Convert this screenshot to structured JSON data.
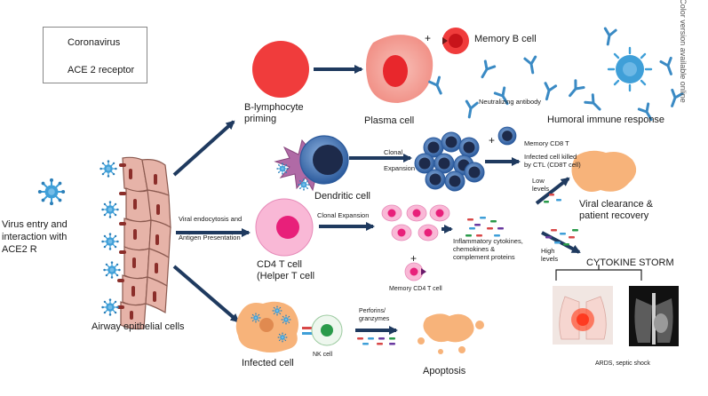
{
  "legend": {
    "coronavirus": "Coronavirus",
    "ace2": "ACE 2 receptor"
  },
  "side_note": "Color version available online",
  "labels": {
    "virus_entry": "Virus entry and\ninteraction with\nACE2 R",
    "airway": "Airway epithelial cells",
    "b_priming": "B-lymphocyte\npriming",
    "plasma": "Plasma cell",
    "memory_b": "Memory B cell",
    "neutralizing": "Neutralizing antibody",
    "humoral": "Humoral immune response",
    "dendritic": "Dendritic cell",
    "clonal_expansion_top": "Clonal\nExpansion",
    "memory_cd8": "Memory CD8 T",
    "infected_killed": "Infected cell killed\nby CTL (CD8T cell)",
    "low_levels": "Low\nlevels",
    "viral_clearance": "Viral clearance &\npatient recovery",
    "viral_endocytosis": "Viral endocytosis and",
    "antigen_presentation": "Antigen Presentation",
    "clonal_expansion_mid": "Clonal Expansion",
    "cd4": "CD4 T cell\n(Helper T cell",
    "inflammatory": "Inflammatory cytokines,\nchemokines &\ncomplement proteins",
    "memory_cd4": "Memory CD4 T cell",
    "high_levels": "High\nlevels",
    "cytokine_storm": "CYTOKINE STORM",
    "ards": "ARDS, septic shock",
    "infected_cell": "Infected cell",
    "nk_cell": "NK cell",
    "perforins": "Perforins/\ngranzymes",
    "apoptosis": "Apoptosis",
    "plus": "+"
  },
  "colors": {
    "arrow": "#1f3a5f",
    "virus": "#3f9fd8",
    "ace2": "#8b2e2a",
    "epithelial": "#e6b3a8",
    "bcell": "#ef3b3b",
    "plasma": "#f4a09a",
    "tcell_blue": "#3f6fb0",
    "dendritic": "#b06aa6",
    "cd4_pink": "#f59ac6",
    "infected_orange": "#f7b37a",
    "antibody": "#3a8ac4"
  }
}
